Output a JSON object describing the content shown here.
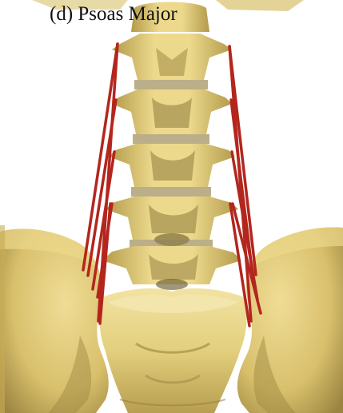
{
  "figure": {
    "caption": "(d) Psoas Major"
  },
  "colors": {
    "background": "#ffffff",
    "bone_light": "#ecd98c",
    "bone_mid": "#d9c16a",
    "bone_shadow": "#8e7a3a",
    "bone_dark": "#5f5026",
    "muscle_red": "#b3261e",
    "caption_text": "#111111"
  },
  "icons": {
    "spine": "lumbar-vertebrae",
    "pelvis": "pelvis-bone",
    "muscle": "psoas-major-muscle-lines"
  }
}
